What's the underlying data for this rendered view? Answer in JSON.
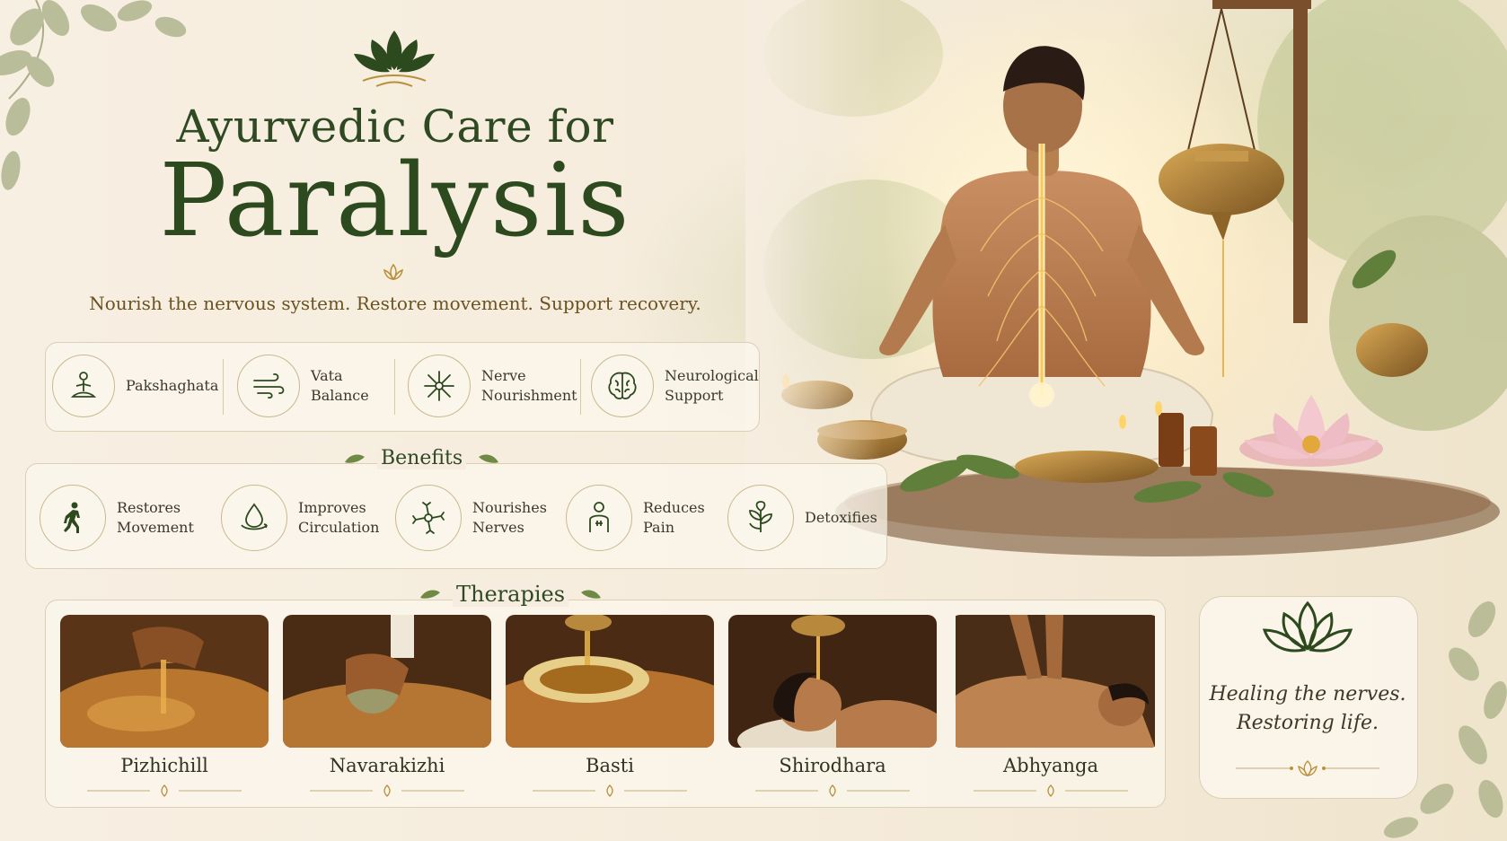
{
  "header": {
    "title_top": "Ayurvedic Care for",
    "title_main": "Paralysis",
    "tagline": "Nourish the nervous system. Restore movement. Support recovery."
  },
  "conditions": [
    {
      "label": "Pakshaghata",
      "icon": "meditation-icon"
    },
    {
      "label": "Vata\nBalance",
      "icon": "wind-icon"
    },
    {
      "label": "Nerve\nNourishment",
      "icon": "neuron-icon"
    },
    {
      "label": "Neurological\nSupport",
      "icon": "brain-icon"
    }
  ],
  "benefits": {
    "heading": "Benefits",
    "items": [
      {
        "label": "Restores\nMovement",
        "icon": "walking-icon"
      },
      {
        "label": "Improves\nCirculation",
        "icon": "drop-icon"
      },
      {
        "label": "Nourishes\nNerves",
        "icon": "neuron-icon"
      },
      {
        "label": "Reduces\nPain",
        "icon": "body-icon"
      },
      {
        "label": "Detoxifies",
        "icon": "herb-icon"
      }
    ]
  },
  "therapies": {
    "heading": "Therapies",
    "items": [
      {
        "label": "Pizhichill"
      },
      {
        "label": "Navarakizhi"
      },
      {
        "label": "Basti"
      },
      {
        "label": "Shirodhara"
      },
      {
        "label": "Abhyanga"
      }
    ]
  },
  "quote": {
    "text": "Healing the nerves.\nRestoring life."
  },
  "colors": {
    "brand_green": "#2d4a1f",
    "gold": "#b8903c",
    "cream": "#f6ede0"
  }
}
